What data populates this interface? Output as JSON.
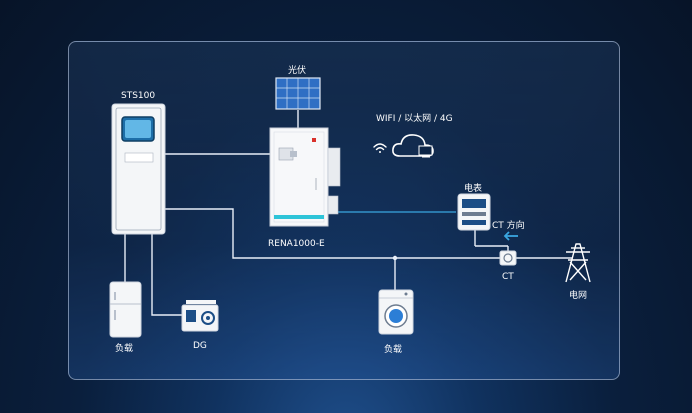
{
  "labels": {
    "pv": "光伏",
    "sts": "STS100",
    "wifi": "WIFI / 以太网 / 4G",
    "meter": "电表",
    "ct_direction": "CT 方向",
    "ct": "CT",
    "inverter": "RENA1000-E",
    "grid": "电网",
    "load_left": "负载",
    "dg": "DG",
    "load_right": "负载"
  },
  "colors": {
    "line": "#e8eef8",
    "comm_line": "#3aa6e0",
    "accent": "#2ec4d8",
    "device": "#f4f6f8"
  },
  "icons": [
    "solar-panel-icon",
    "wifi-icon",
    "cloud-icon",
    "meter-icon",
    "ct-icon",
    "arrow-left-icon",
    "transmission-tower-icon",
    "refrigerator-icon",
    "generator-icon",
    "washing-machine-icon",
    "ess-cabinet-icon",
    "sts-cabinet-icon"
  ]
}
